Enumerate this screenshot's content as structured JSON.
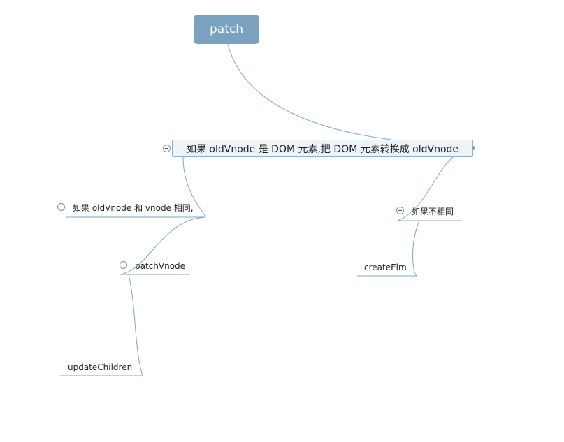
{
  "mindmap": {
    "root": {
      "label": "patch"
    },
    "main": {
      "label": "如果 oldVnode 是 DOM 元素,把 DOM 元素转换成 oldVnode"
    },
    "branch_same": {
      "label": "如果 oldVnode 和 vnode 相同,"
    },
    "patchvnode": {
      "label": "patchVnode"
    },
    "updatechildren": {
      "label": "updateChildren"
    },
    "branch_diff": {
      "label": "如果不相同"
    },
    "createelm": {
      "label": "createElm"
    }
  },
  "colors": {
    "root_fill": "#7aa1c0",
    "line": "#7fa7c3",
    "main_fill": "#eef3f8",
    "main_border": "#8eb0ca"
  },
  "icons": [
    "collapse-icon",
    "expand-handle-icon"
  ]
}
